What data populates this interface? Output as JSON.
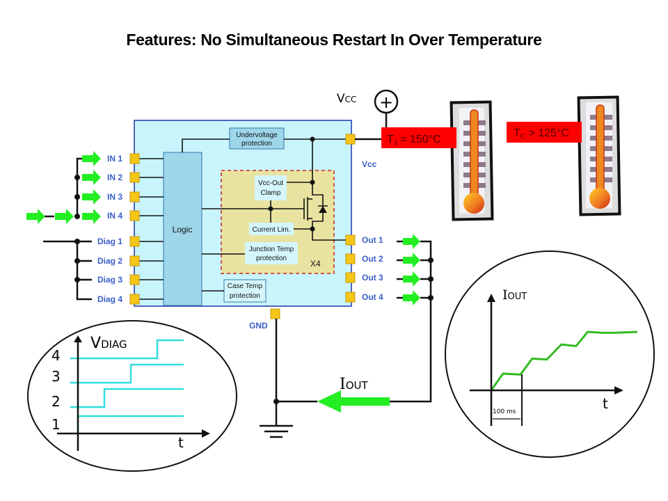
{
  "title": "Features: No Simultaneous Restart In Over Temperature",
  "supply": {
    "label": "V",
    "label_sub": "CC",
    "symbol": "+"
  },
  "chip": {
    "blocks": {
      "undervoltage": [
        "Undervoltage",
        "protection"
      ],
      "logic": "Logic",
      "clamp": [
        "Vcc-Out",
        "Clamp"
      ],
      "current_lim": "Current Lim.",
      "junction_temp": [
        "Junction Temp",
        "protection"
      ],
      "case_temp": [
        "Case Temp",
        "protection"
      ],
      "multiplier": "X4"
    },
    "inputs": [
      "IN 1",
      "IN 2",
      "IN 3",
      "IN 4"
    ],
    "diags": [
      "Diag 1",
      "Diag 2",
      "Diag 3",
      "Diag 4"
    ],
    "outputs": [
      "Out 1",
      "Out 2",
      "Out 3",
      "Out 4"
    ],
    "vcc_pin": "Vcc",
    "gnd_pin": "GND"
  },
  "temps": {
    "junction": {
      "label": "T",
      "sub": "J",
      "rest": " = 150°C"
    },
    "case": {
      "label": "T",
      "sub": "C",
      "rest": " > 125°C"
    }
  },
  "current_label": {
    "main": "I",
    "sub": "OUT"
  },
  "colors": {
    "chip_bg": "#c8f4fb",
    "pin": "#f5c518",
    "arrow_green": "#22ee22",
    "alert_red": "#ff0000",
    "diag_cyan": "#33dddd",
    "pin_text": "#3a5fc8"
  },
  "chart_data": [
    {
      "type": "line",
      "title": "",
      "ylabel": "V",
      "ylabel_sub": "DIAG",
      "xlabel": "t",
      "series_labels": [
        "1",
        "2",
        "3",
        "4"
      ],
      "series": [
        {
          "name": "1",
          "x": [
            0,
            0,
            1,
            4
          ],
          "y": [
            0,
            1,
            1,
            1
          ]
        },
        {
          "name": "2",
          "x": [
            -0.3,
            1,
            1,
            4
          ],
          "y": [
            0,
            0,
            1,
            1
          ]
        },
        {
          "name": "3",
          "x": [
            -0.3,
            2,
            2,
            4
          ],
          "y": [
            0,
            0,
            1,
            1
          ]
        },
        {
          "name": "4",
          "x": [
            -0.3,
            3,
            3,
            4
          ],
          "y": [
            0,
            0,
            1,
            1
          ]
        }
      ],
      "xlim": [
        -0.3,
        4
      ]
    },
    {
      "type": "line",
      "title": "",
      "ylabel": "I",
      "ylabel_sub": "OUT",
      "xlabel": "t",
      "annotation": "100 ms",
      "series": [
        {
          "name": "I_OUT",
          "x": [
            0,
            0.4,
            1.0,
            1.4,
            1.9,
            2.4,
            2.9,
            3.3,
            3.8,
            4.2,
            5.0
          ],
          "y": [
            0,
            1.0,
            0.95,
            1.9,
            1.85,
            2.75,
            2.65,
            3.5,
            3.45,
            3.45,
            3.5
          ]
        }
      ],
      "xunit": "100 ms per step",
      "xlim": [
        0,
        5
      ],
      "ylim": [
        0,
        4
      ]
    }
  ]
}
